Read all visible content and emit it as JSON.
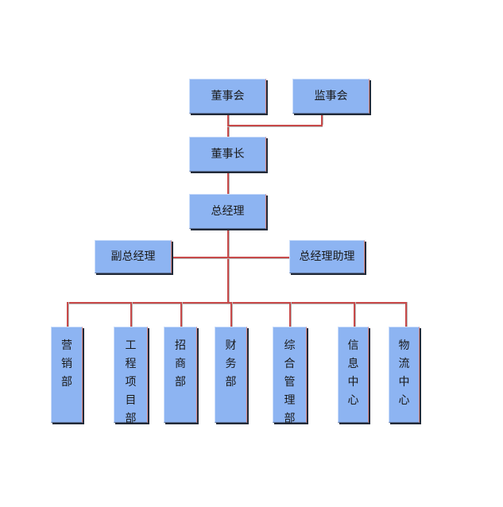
{
  "org_chart": {
    "board": "董事会",
    "supervisory_board": "监事会",
    "chairman": "董事长",
    "general_manager": "总经理",
    "deputy_general_manager": "副总经理",
    "gm_assistant": "总经理助理",
    "departments": [
      "营销部",
      "工程项目部",
      "招商部",
      "财务部",
      "综合管理部",
      "信息中心",
      "物流中心"
    ]
  }
}
